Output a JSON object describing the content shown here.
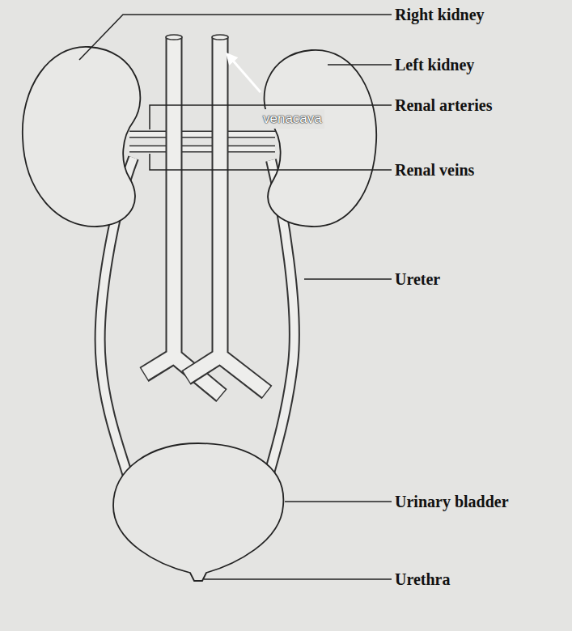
{
  "diagram": {
    "labels": [
      "Right kidney",
      "Left kidney",
      "venacava",
      "Renal arteries",
      "Renal veins",
      "Ureter",
      "Urinary bladder",
      "Urethra"
    ]
  }
}
